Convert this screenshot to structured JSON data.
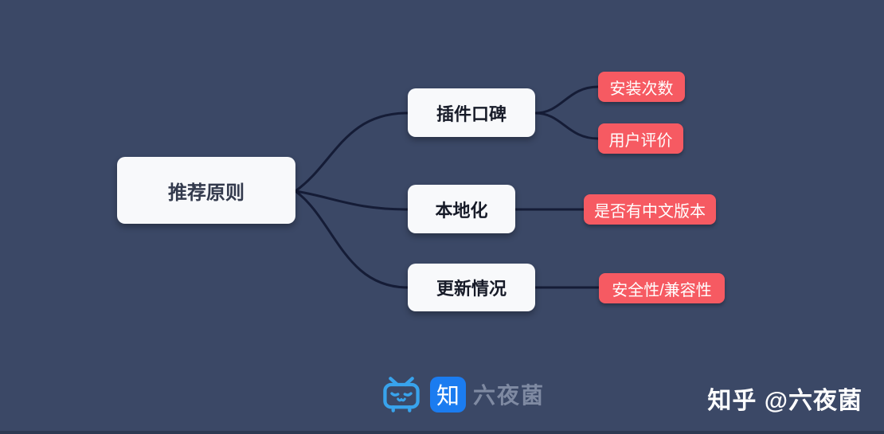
{
  "mindmap": {
    "root": {
      "label": "推荐原则"
    },
    "branches": [
      {
        "label": "插件口碑",
        "children": [
          {
            "label": "安装次数"
          },
          {
            "label": "用户评价"
          }
        ]
      },
      {
        "label": "本地化",
        "children": [
          {
            "label": "是否有中文版本"
          }
        ]
      },
      {
        "label": "更新情况",
        "children": [
          {
            "label": "安全性/兼容性"
          }
        ]
      }
    ]
  },
  "footer": {
    "brand": {
      "bilibili_icon": "bilibili-tv-icon",
      "zhihu_glyph": "知",
      "name": "六夜菌"
    },
    "credit": "知乎 @六夜菌"
  },
  "colors": {
    "background": "#3b4866",
    "connector": "#151c36",
    "node_fill": "#f8f9fb",
    "root_text": "#333a4d",
    "branch_text": "#171b28",
    "leaf_fill": "#f65a62",
    "leaf_text": "#ffffff",
    "bili_blue": "#38a3ec",
    "zhihu_blue": "#1b7cf0",
    "watermark_gray": "#7f8aa2",
    "credit_white": "#ffffff",
    "bottom_strip": "#2d3952"
  }
}
